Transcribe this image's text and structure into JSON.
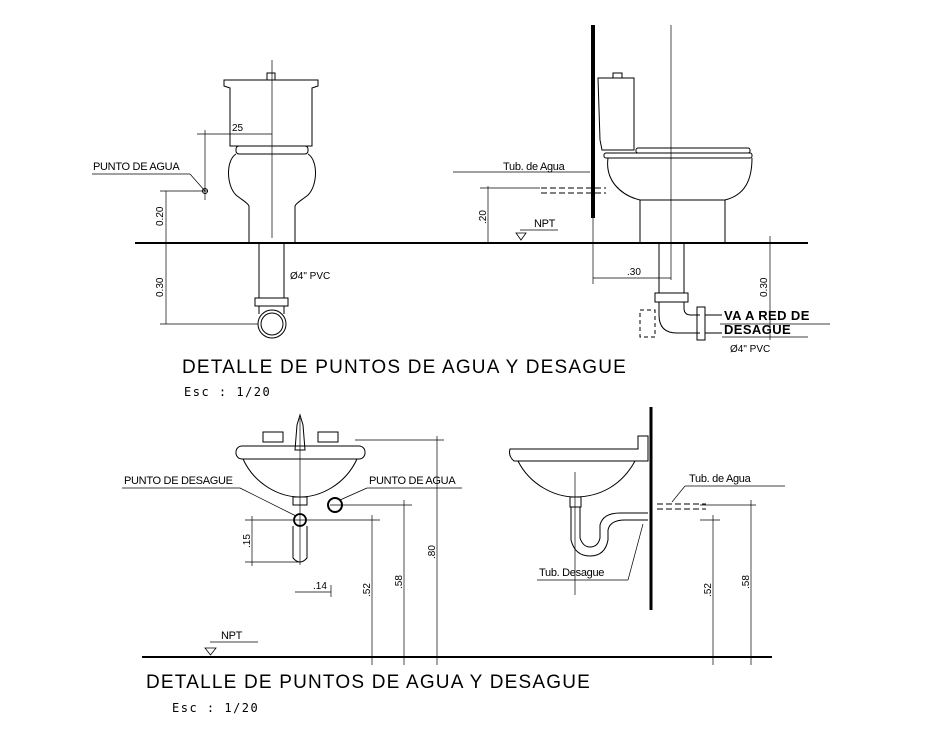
{
  "top": {
    "title": "DETALLE DE PUNTOS DE AGUA Y DESAGUE",
    "scale": "Esc : 1/20",
    "toilet_front": {
      "punto_agua": "PUNTO DE AGUA",
      "dim_25": "25",
      "dim_020": "0.20",
      "dim_030": "0.30",
      "pipe": "Ø4\" PVC"
    },
    "toilet_side": {
      "tub_agua": "Tub. de Agua",
      "npt": "NPT",
      "dim_20": ".20",
      "dim_30": ".30",
      "dim_030": "0.30",
      "red_line1": "VA A RED DE",
      "red_line2": "DESAGUE",
      "pipe": "Ø4\" PVC"
    }
  },
  "bottom": {
    "title": "DETALLE DE PUNTOS DE AGUA Y DESAGUE",
    "scale": "Esc : 1/20",
    "sink_front": {
      "punto_desague": "PUNTO DE DESAGUE",
      "punto_agua": "PUNTO DE AGUA",
      "dim_15": ".15",
      "dim_14": ".14",
      "dim_52": ".52",
      "dim_58": ".58",
      "dim_80": ".80",
      "npt": "NPT"
    },
    "sink_side": {
      "tub_agua": "Tub. de Agua",
      "tub_desague": "Tub. Desague",
      "dim_52": ".52",
      "dim_58": ".58"
    }
  }
}
